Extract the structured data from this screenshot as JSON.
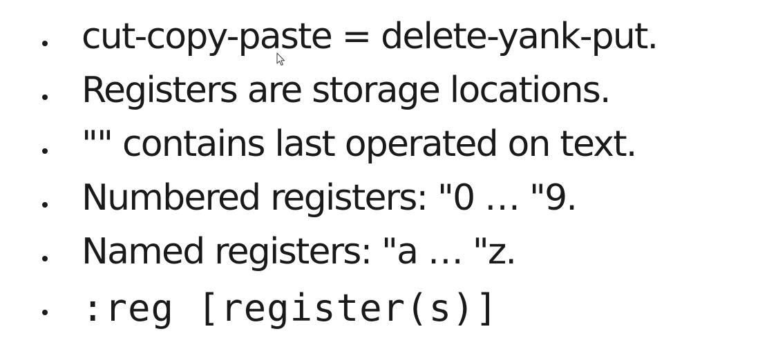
{
  "slide": {
    "bullets": [
      {
        "text": "cut-copy-paste = delete-yank-put."
      },
      {
        "text": "Registers are storage locations."
      },
      {
        "text": "\"\" contains last operated on text."
      },
      {
        "text": "Numbered registers: \"0 … \"9."
      },
      {
        "text": "Named registers: \"a … \"z."
      },
      {
        "text": ":reg [register(s)]"
      }
    ]
  },
  "icons": {
    "cursor": "mouse-pointer-icon"
  },
  "colors": {
    "text": "#1a1a1a",
    "background": "#ffffff"
  }
}
